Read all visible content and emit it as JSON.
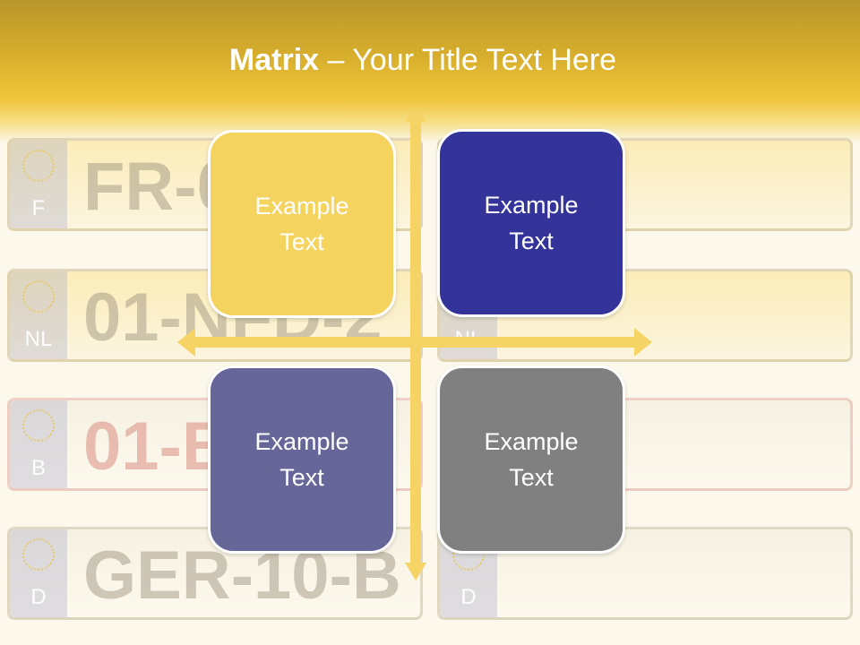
{
  "title": {
    "bold": "Matrix",
    "rest": " – Your Title Text Here"
  },
  "plates": [
    {
      "country": "F",
      "number": "FR-0"
    },
    {
      "country": "NL",
      "number": "01-NFD-2"
    },
    {
      "country": "B",
      "number": "01-B"
    },
    {
      "country": "D",
      "number": "GER-10-B"
    },
    {
      "country": "NL",
      "number": ""
    },
    {
      "country": "D",
      "number": ""
    }
  ],
  "quadrants": [
    {
      "text": "Example\nText",
      "color": "#f5d35f"
    },
    {
      "text": "Example\nText",
      "color": "#333399"
    },
    {
      "text": "Example\nText",
      "color": "#666699"
    },
    {
      "text": "Example\nText",
      "color": "#808080"
    }
  ]
}
